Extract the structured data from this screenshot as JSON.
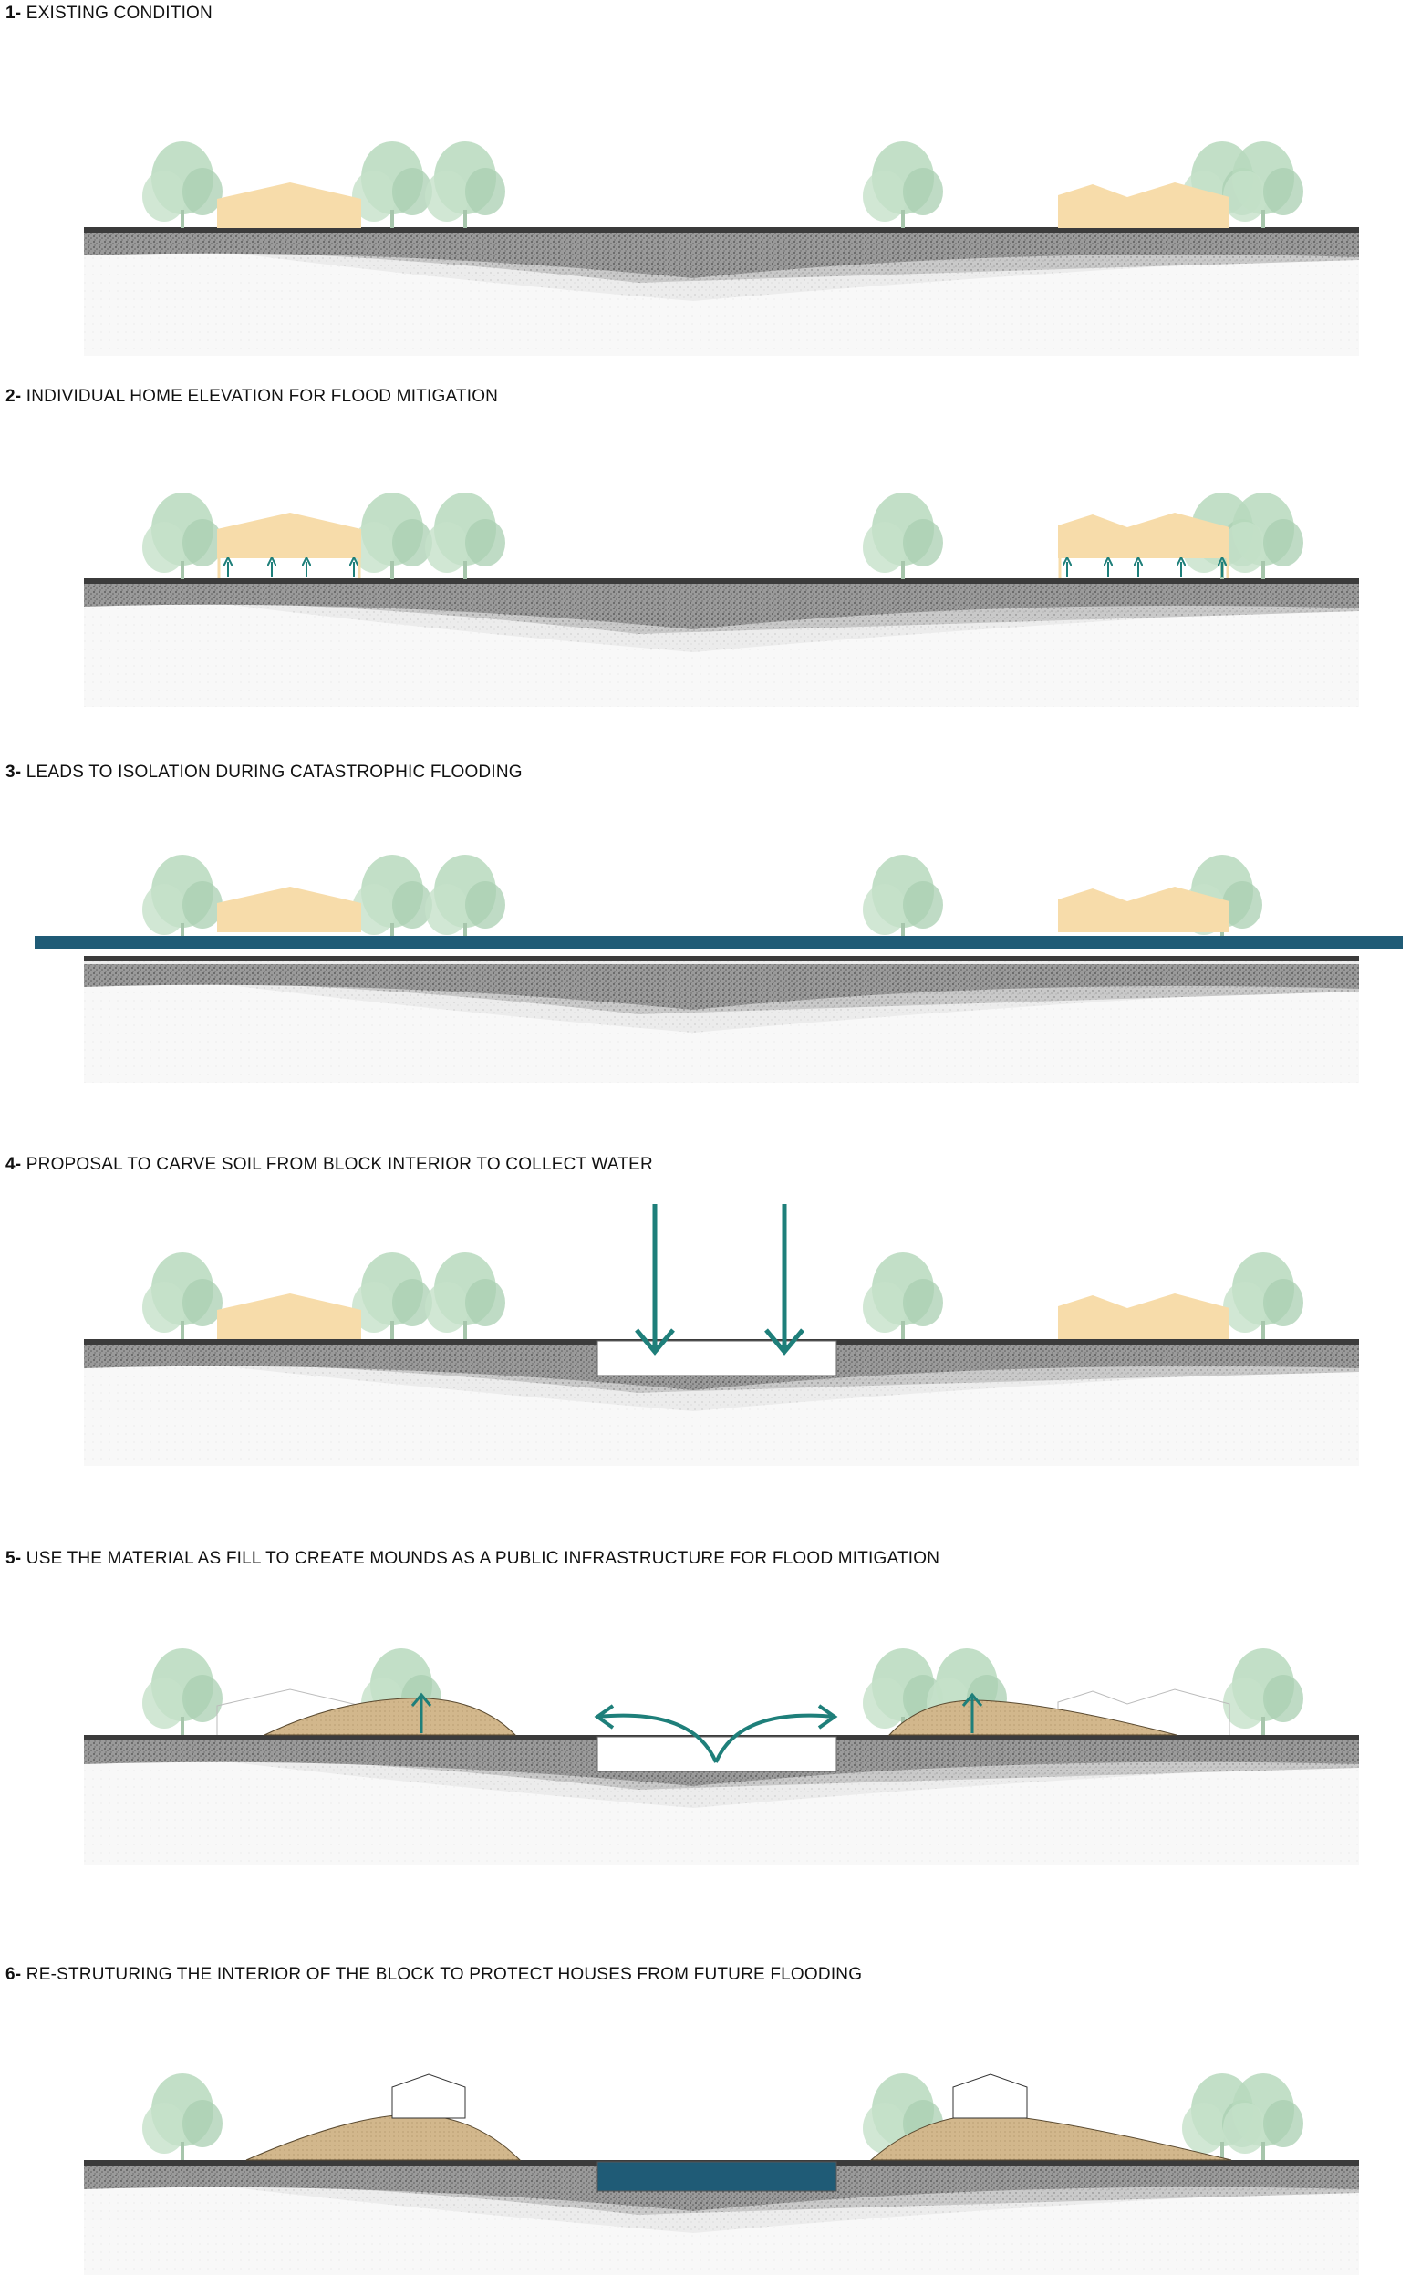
{
  "colors": {
    "house": "#f7dcaa",
    "tree": "#b9dcc0",
    "water": "#1f5b76",
    "arrow": "#1e7f7a",
    "mound": "#cdb085",
    "soil_dark": "#8a8a8a",
    "soil_light": "#d8d8d8"
  },
  "steps": [
    {
      "number": "1-",
      "text": "EXISTING CONDITION"
    },
    {
      "number": "2-",
      "text": "INDIVIDUAL HOME ELEVATION FOR FLOOD MITIGATION"
    },
    {
      "number": "3-",
      "text": "LEADS TO ISOLATION DURING CATASTROPHIC FLOODING"
    },
    {
      "number": "4-",
      "text": "PROPOSAL TO CARVE SOIL FROM BLOCK INTERIOR TO COLLECT WATER"
    },
    {
      "number": "5-",
      "text": "USE THE MATERIAL AS FILL TO CREATE MOUNDS AS A PUBLIC INFRASTRUCTURE FOR FLOOD MITIGATION"
    },
    {
      "number": "6-",
      "text": "RE-STRUTURING THE INTERIOR OF THE BLOCK TO PROTECT HOUSES FROM FUTURE FLOODING"
    }
  ],
  "icons": {
    "tree": "tree-icon",
    "house": "house-icon",
    "up_arrow": "arrow-up-icon",
    "down_arrow": "arrow-down-icon",
    "curved_arrows": "curved-arrows-icon"
  }
}
